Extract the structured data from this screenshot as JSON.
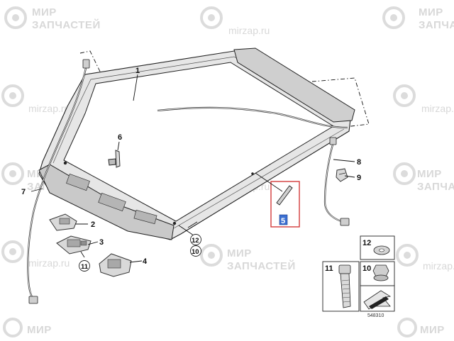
{
  "watermark": {
    "brand_line1": "МИР",
    "brand_line2": "ЗАПЧАСТЕЙ",
    "site": "mirzap.ru"
  },
  "callouts": {
    "c1": "1",
    "c2": "2",
    "c3": "3",
    "c4": "4",
    "c5": "5",
    "c6": "6",
    "c7": "7",
    "c8": "8",
    "c9": "9",
    "c10": "10",
    "c11": "11",
    "c12": "12"
  },
  "legend": {
    "item12": "12",
    "item11": "11",
    "item10": "10"
  },
  "diagram_code": "548310",
  "colors": {
    "highlight_box": "#d33a3a",
    "highlight_fill": "#3b6fd1",
    "watermark": "#d8d8d8"
  }
}
